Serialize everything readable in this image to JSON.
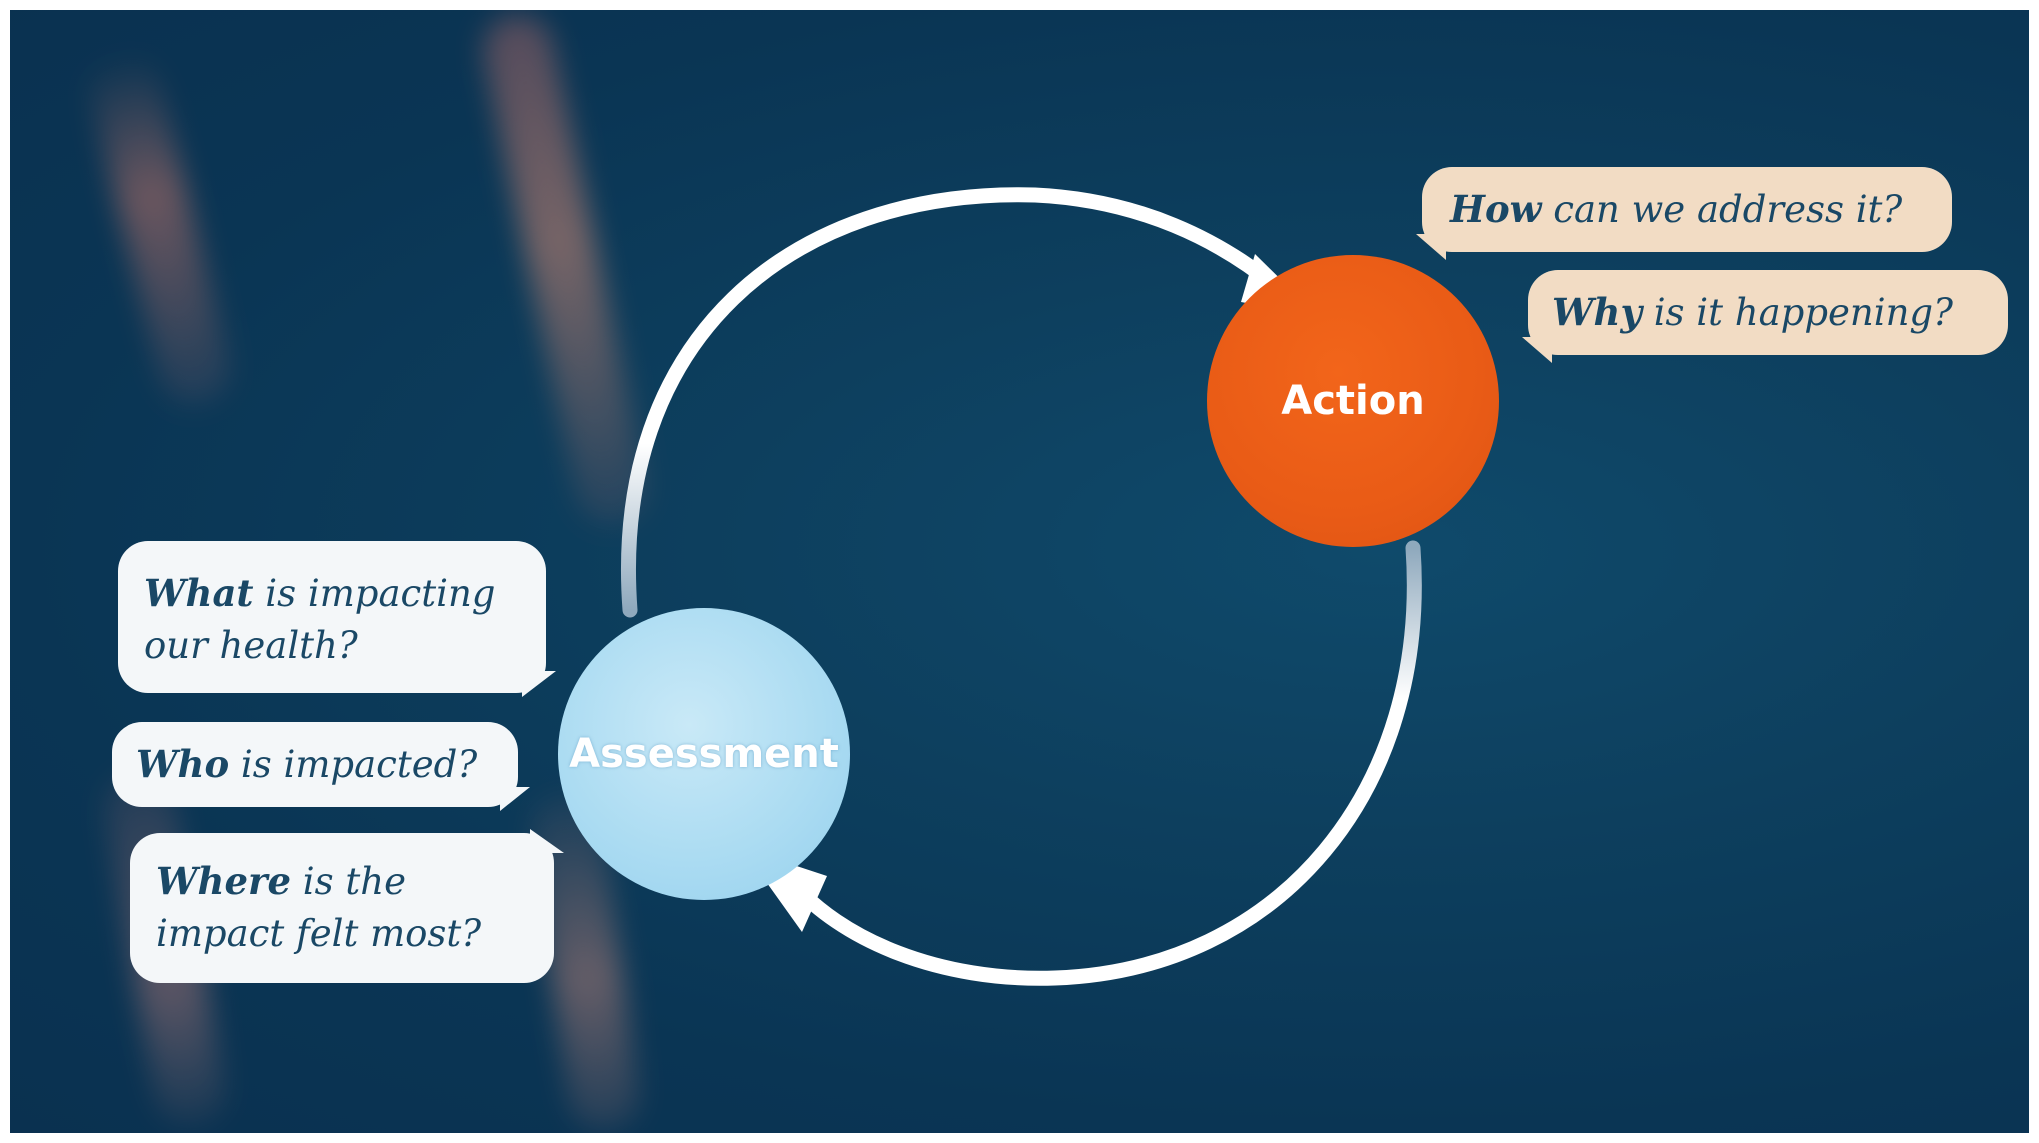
{
  "diagram": {
    "nodes": {
      "action": {
        "label": "Action",
        "color": "#e95b16"
      },
      "assessment": {
        "label": "Assessment",
        "color": "#acdcf2"
      }
    },
    "action_questions": [
      {
        "lead": "How",
        "rest": " can we address it?"
      },
      {
        "lead": "Why",
        "rest": " is it happening?"
      }
    ],
    "assessment_questions": [
      {
        "lead": "What",
        "rest_line1": " is impacting",
        "rest_line2": "our health?"
      },
      {
        "lead": "Who",
        "rest_line1": " is impacted?"
      },
      {
        "lead": "Where",
        "rest_line1": " is the",
        "rest_line2": "impact felt most?"
      }
    ],
    "colors": {
      "background": "#0d3f5e",
      "question_text": "#1a4866",
      "action_bubble": "#f2dcc4",
      "assessment_bubble": "#f4f7f9",
      "arrow": "#ffffff"
    },
    "icons": [
      "cycle-arrow-to-action",
      "cycle-arrow-to-assessment"
    ]
  }
}
